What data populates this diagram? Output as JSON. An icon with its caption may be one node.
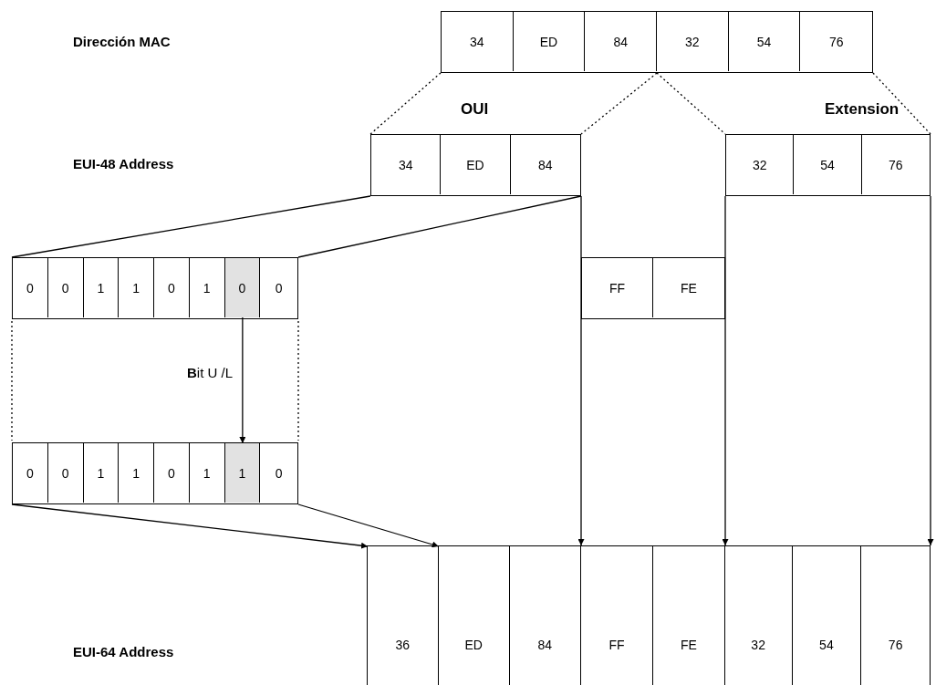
{
  "diagram": {
    "nodes": [
      {
        "text": [],
        "shape": "box"
      },
      {
        "text": [
          "34"
        ],
        "in": 0
      },
      {
        "text": [
          "ED"
        ],
        "in": 0
      },
      {
        "text": [
          "84"
        ],
        "in": 0
      },
      {
        "text": [
          "32"
        ],
        "in": 0
      },
      {
        "text": [
          "54"
        ],
        "in": 0
      },
      {
        "text": [
          "76"
        ],
        "in": 0
      },
      {
        "text": [
          "OUI"
        ]
      },
      {
        "text": [
          "34"
        ],
        "in": 7
      },
      {
        "text": [
          "ED"
        ],
        "in": 7
      },
      {
        "text": [
          "84"
        ],
        "in": 7
      },
      {
        "text": [
          "Extension"
        ]
      },
      {
        "text": [
          "32"
        ],
        "in": 11
      },
      {
        "text": [
          "54"
        ],
        "in": 11
      },
      {
        "text": [
          "76"
        ],
        "in": 11
      },
      {
        "text": [],
        "shape": "box"
      },
      {
        "text": [
          "0"
        ],
        "in": 15
      },
      {
        "text": [
          "0"
        ],
        "in": 15
      },
      {
        "text": [
          "1"
        ],
        "in": 15
      },
      {
        "text": [
          "1"
        ],
        "in": 15
      },
      {
        "text": [
          "0"
        ],
        "in": 15
      },
      {
        "text": [
          "1"
        ],
        "in": 15
      },
      {
        "text": [
          "0"
        ],
        "in": 15
      },
      {
        "text": [
          "0"
        ],
        "in": 15
      },
      {
        "text": [],
        "shape": "box"
      },
      {
        "text": [
          "FF"
        ],
        "in": 24
      },
      {
        "text": [
          "FE"
        ],
        "in": 24
      },
      {
        "text": [],
        "shape": "box"
      },
      {
        "text": [
          "0"
        ],
        "in": 27
      },
      {
        "text": [
          "0"
        ],
        "in": 27
      },
      {
        "text": [
          "1"
        ],
        "in": 27
      },
      {
        "text": [
          "1"
        ],
        "in": 27
      },
      {
        "text": [
          "0"
        ],
        "in": 27
      },
      {
        "text": [
          "1"
        ],
        "in": 27
      },
      {
        "text": [
          "1"
        ],
        "in": 27
      },
      {
        "text": [
          "0"
        ],
        "in": 27
      },
      {
        "text": [],
        "shape": "box"
      },
      {
        "text": [
          "36"
        ],
        "in": 36
      },
      {
        "text": [
          "ED"
        ],
        "in": 36
      },
      {
        "text": [
          "84"
        ],
        "in": 36
      },
      {
        "text": [
          "FF"
        ],
        "in": 36
      },
      {
        "text": [
          "FE"
        ],
        "in": 36
      },
      {
        "text": [
          "32"
        ],
        "in": 36
      },
      {
        "text": [
          "54"
        ],
        "in": 36
      },
      {
        "text": [
          "76"
        ],
        "in": 36
      }
    ],
    "edges": [
      {
        "from": 0,
        "to": 7,
        "arrow": "none",
        "style": "dashed"
      },
      {
        "from": 0,
        "to": 7,
        "arrow": "none",
        "style": "dashed"
      },
      {
        "from": 0,
        "to": 11,
        "arrow": "none",
        "style": "dashed"
      },
      {
        "from": 0,
        "to": 11,
        "arrow": "none",
        "style": "dashed"
      },
      {
        "from": 7,
        "to": 15,
        "arrow": "none"
      },
      {
        "from": 7,
        "to": 15,
        "arrow": "none"
      },
      {
        "from": 22,
        "to": 34,
        "arrow": "to",
        "label": "**B**it U /L"
      },
      {
        "from": 15,
        "to": 27,
        "arrow": "none",
        "style": "dashed"
      },
      {
        "from": 15,
        "to": 27,
        "arrow": "none",
        "style": "dashed"
      },
      {
        "from": 27,
        "to": 37,
        "arrow": "to"
      },
      {
        "from": 27,
        "to": 37,
        "arrow": "to"
      },
      {
        "from": 7,
        "to": 36,
        "arrow": "to"
      },
      {
        "from": 11,
        "to": 36,
        "arrow": "to"
      },
      {
        "from": 11,
        "to": 36,
        "arrow": "to"
      }
    ],
    "labels": [
      "Dirección MAC",
      "EUI-48 Address",
      "EUI-64 Address"
    ]
  }
}
